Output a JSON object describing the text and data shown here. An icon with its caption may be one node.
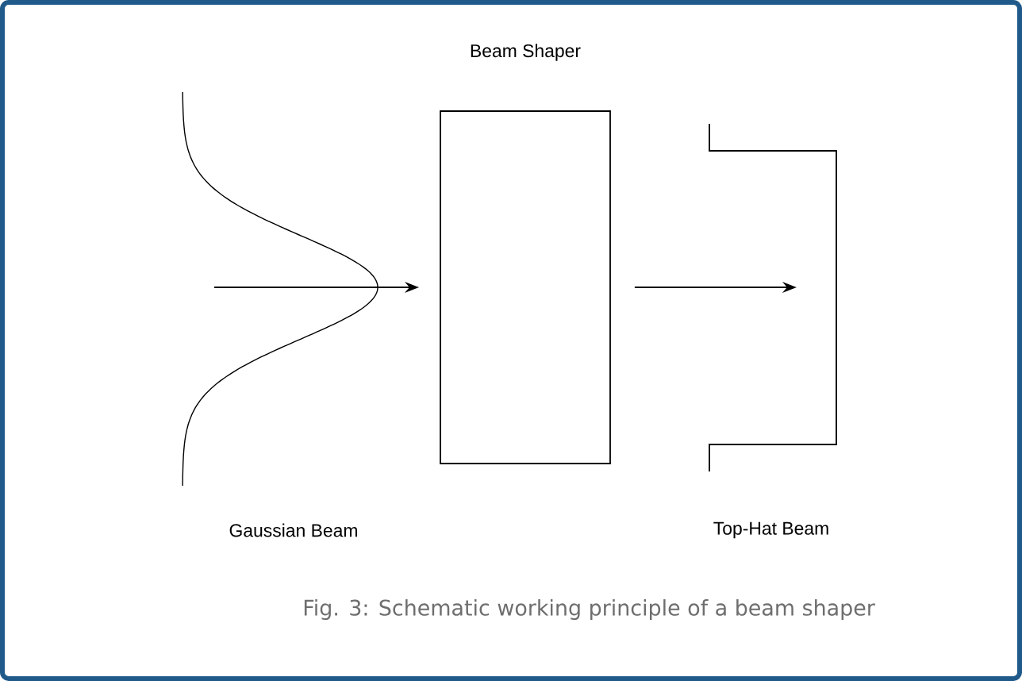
{
  "diagram": {
    "caption": "Fig. 3: Schematic working principle of a beam shaper",
    "nodes": [
      {
        "text": [
          "Gaussian Beam"
        ]
      },
      {
        "text": [
          "Beam Shaper"
        ]
      },
      {
        "text": [
          "Top-Hat Beam"
        ]
      }
    ],
    "edges": [
      {
        "from": 0,
        "to": 1,
        "arrow": "to"
      },
      {
        "from": 1,
        "to": 2,
        "arrow": "to"
      }
    ]
  }
}
